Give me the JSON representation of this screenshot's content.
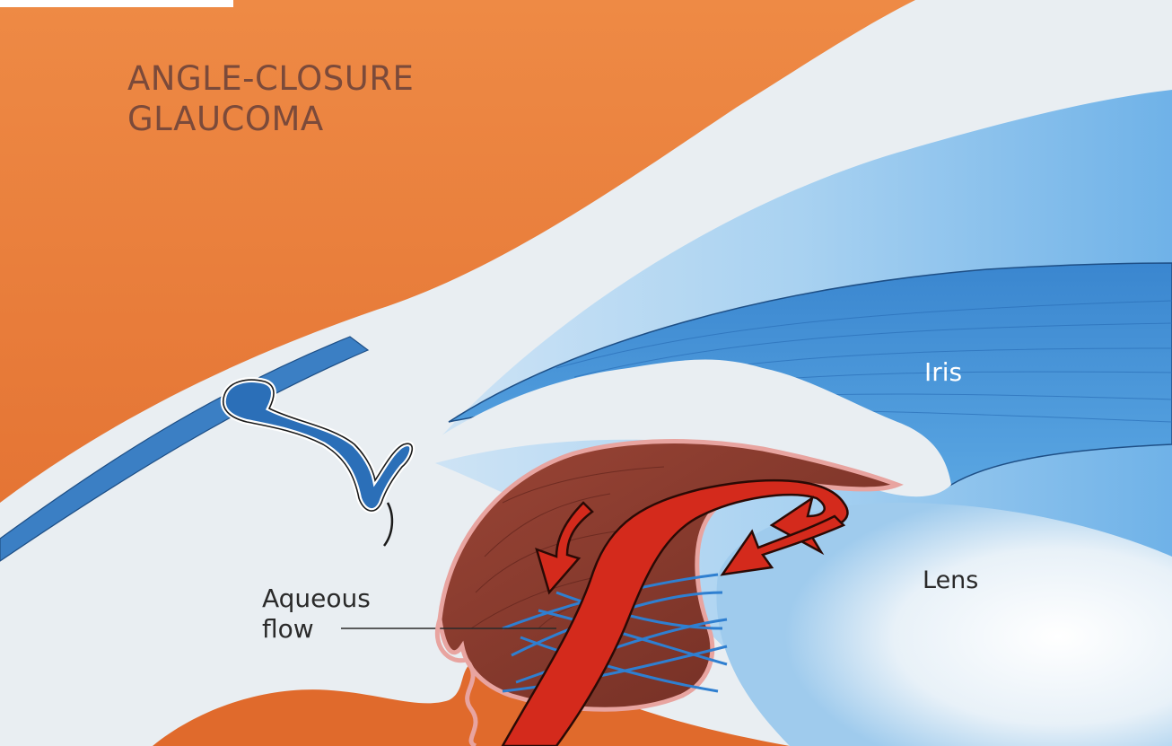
{
  "title": {
    "line1": "ANGLE-CLOSURE",
    "line2": "GLAUCOMA"
  },
  "labels": {
    "iris": "Iris",
    "lens": "Lens",
    "aqueous_line1": "Aqueous",
    "aqueous_line2": "flow"
  },
  "colors": {
    "background_orange": "#e8803e",
    "sclera_white": "#e9eef2",
    "iris_blue": "#3f8fd6",
    "cornea_blue": "#8fc3ec",
    "ciliary_brown": "#8a3a2e",
    "arrow_red": "#d42a1c",
    "zonule_blue": "#2f7fd0"
  }
}
